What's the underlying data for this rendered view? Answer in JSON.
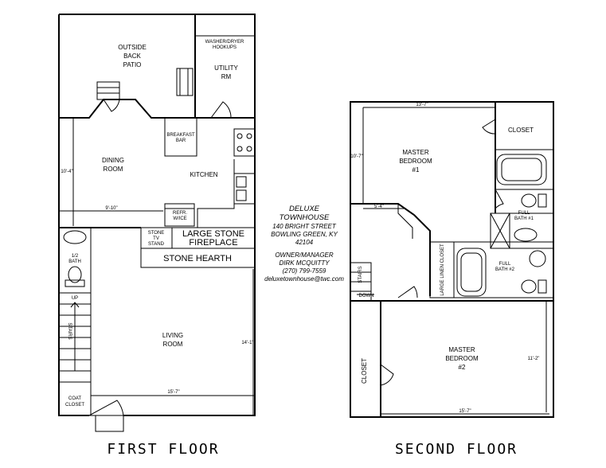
{
  "first_floor": {
    "title": "FIRST FLOOR",
    "rooms": {
      "patio": [
        "OUTSIDE",
        "BACK",
        "PATIO"
      ],
      "washer": [
        "WASHER/DRYER",
        "HOOKUPS"
      ],
      "utility": [
        "UTILITY",
        "RM"
      ],
      "breakfast": [
        "BREAKFAST",
        "BAR"
      ],
      "dining": [
        "DINING",
        "ROOM"
      ],
      "kitchen": "KITCHEN",
      "refr": [
        "REFR.",
        "W/ICE"
      ],
      "tv_stand": [
        "STONE",
        "TV",
        "STAND"
      ],
      "fireplace": [
        "LARGE STONE",
        "FIREPLACE"
      ],
      "hearth": "STONE HEARTH",
      "half_bath": [
        "1/2",
        "BATH"
      ],
      "up": "UP",
      "stairs": "STAIRS",
      "living": [
        "LIVING",
        "ROOM"
      ],
      "coat": [
        "COAT",
        "CLOSET"
      ]
    },
    "dims": {
      "dining_depth": "10'-4\"",
      "dining_width": "9'-10\"",
      "living_depth": "14'-1\"",
      "living_width": "15'-7\""
    }
  },
  "second_floor": {
    "title": "SECOND FLOOR",
    "rooms": {
      "closet_top": "CLOSET",
      "master1": [
        "MASTER",
        "BEDROOM",
        "#1"
      ],
      "full_bath1": [
        "FULL",
        "BATH #1"
      ],
      "linen": "LARGE LINEN CLOSET",
      "full_bath2": [
        "FULL",
        "BATH #2"
      ],
      "stairs": "STAIRS",
      "down": "DOWN",
      "master2": [
        "MASTER",
        "BEDROOM",
        "#2"
      ],
      "closet_left": "CLOSET"
    },
    "dims": {
      "m1_width": "13'-7\"",
      "m1_depth": "10'-7\"",
      "m1_partial": "5'-4\"",
      "m2_depth": "11'-2\"",
      "m2_width": "15'-7\""
    }
  },
  "info": {
    "name": [
      "DELUXE",
      "TOWNHOUSE"
    ],
    "address": [
      "140 BRIGHT STREET",
      "BOWLING GREEN, KY",
      "42104"
    ],
    "owner": [
      "OWNER/MANAGER",
      "DIRK MCQUITTY",
      "(270) 799-7559",
      "deluxetownhouse@twc.com"
    ]
  }
}
